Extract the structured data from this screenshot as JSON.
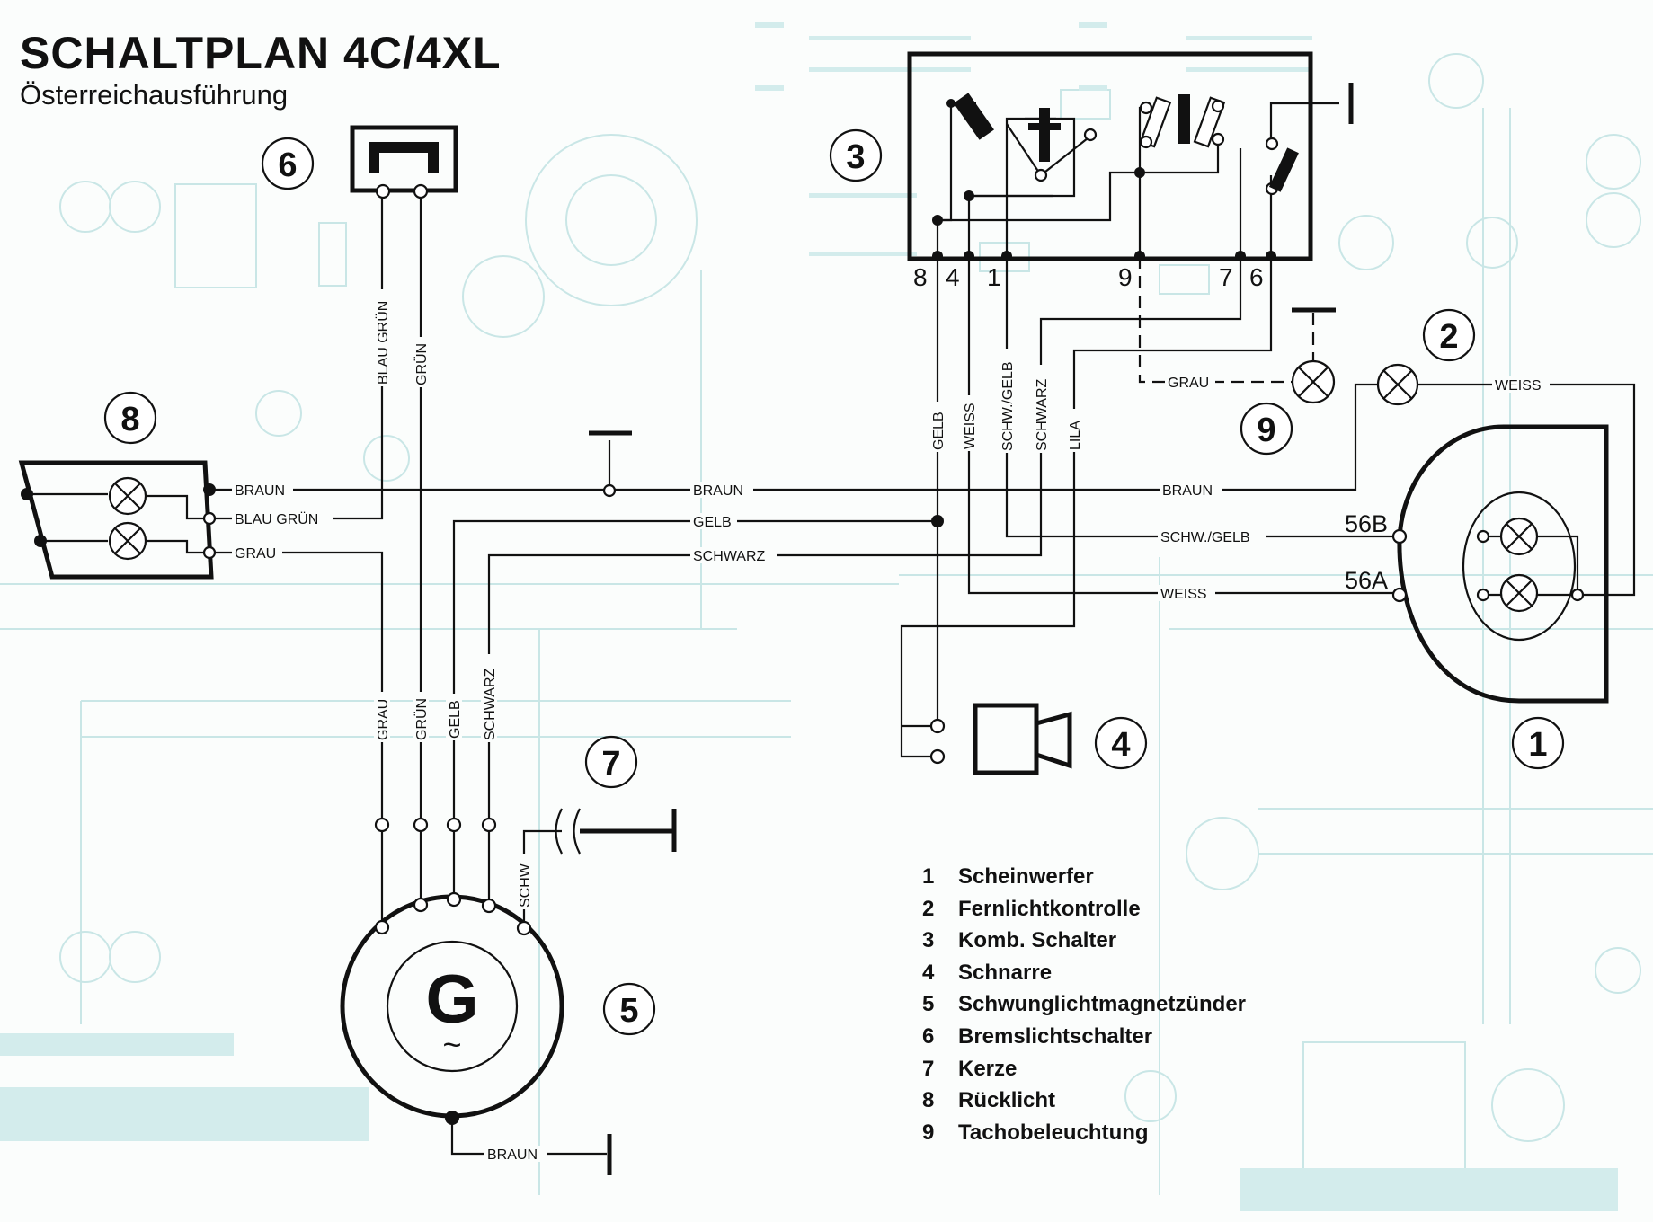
{
  "diagram": {
    "title": "SCHALTPLAN 4C/4XL",
    "subtitle": "Österreichausführung"
  },
  "components": {
    "c1": "1",
    "c2": "2",
    "c3": "3",
    "c4": "4",
    "c5": "5",
    "c6": "6",
    "c7": "7",
    "c8": "8",
    "c9": "9",
    "generator_letter": "G",
    "generator_symbol": "~"
  },
  "switch_pins": [
    "8",
    "4",
    "1",
    "9",
    "7",
    "6"
  ],
  "headlight_pins": {
    "p56b": "56B",
    "p56a": "56A"
  },
  "wires": {
    "braun": "BRAUN",
    "blau_gruen": "BLAU GRÜN",
    "gruen": "GRÜN",
    "grau": "GRAU",
    "gelb": "GELB",
    "schwarz": "SCHWARZ",
    "weiss": "WEISS",
    "schw_gelb": "SCHW./GELB",
    "schw": "SCHW",
    "lila": "LILA",
    "schw_gelb_v": "SCHW./GELB"
  },
  "legend": [
    {
      "num": "1",
      "label": "Scheinwerfer"
    },
    {
      "num": "2",
      "label": "Fernlichtkontrolle"
    },
    {
      "num": "3",
      "label": "Komb. Schalter"
    },
    {
      "num": "4",
      "label": "Schnarre"
    },
    {
      "num": "5",
      "label": "Schwunglichtmagnetzünder"
    },
    {
      "num": "6",
      "label": "Bremslichtschalter"
    },
    {
      "num": "7",
      "label": "Kerze"
    },
    {
      "num": "8",
      "label": "Rücklicht"
    },
    {
      "num": "9",
      "label": "Tachobeleuchtung"
    }
  ],
  "colors": {
    "ink": "#111111",
    "paper": "#fbfdfc",
    "ghost": "#c9e6e6"
  }
}
